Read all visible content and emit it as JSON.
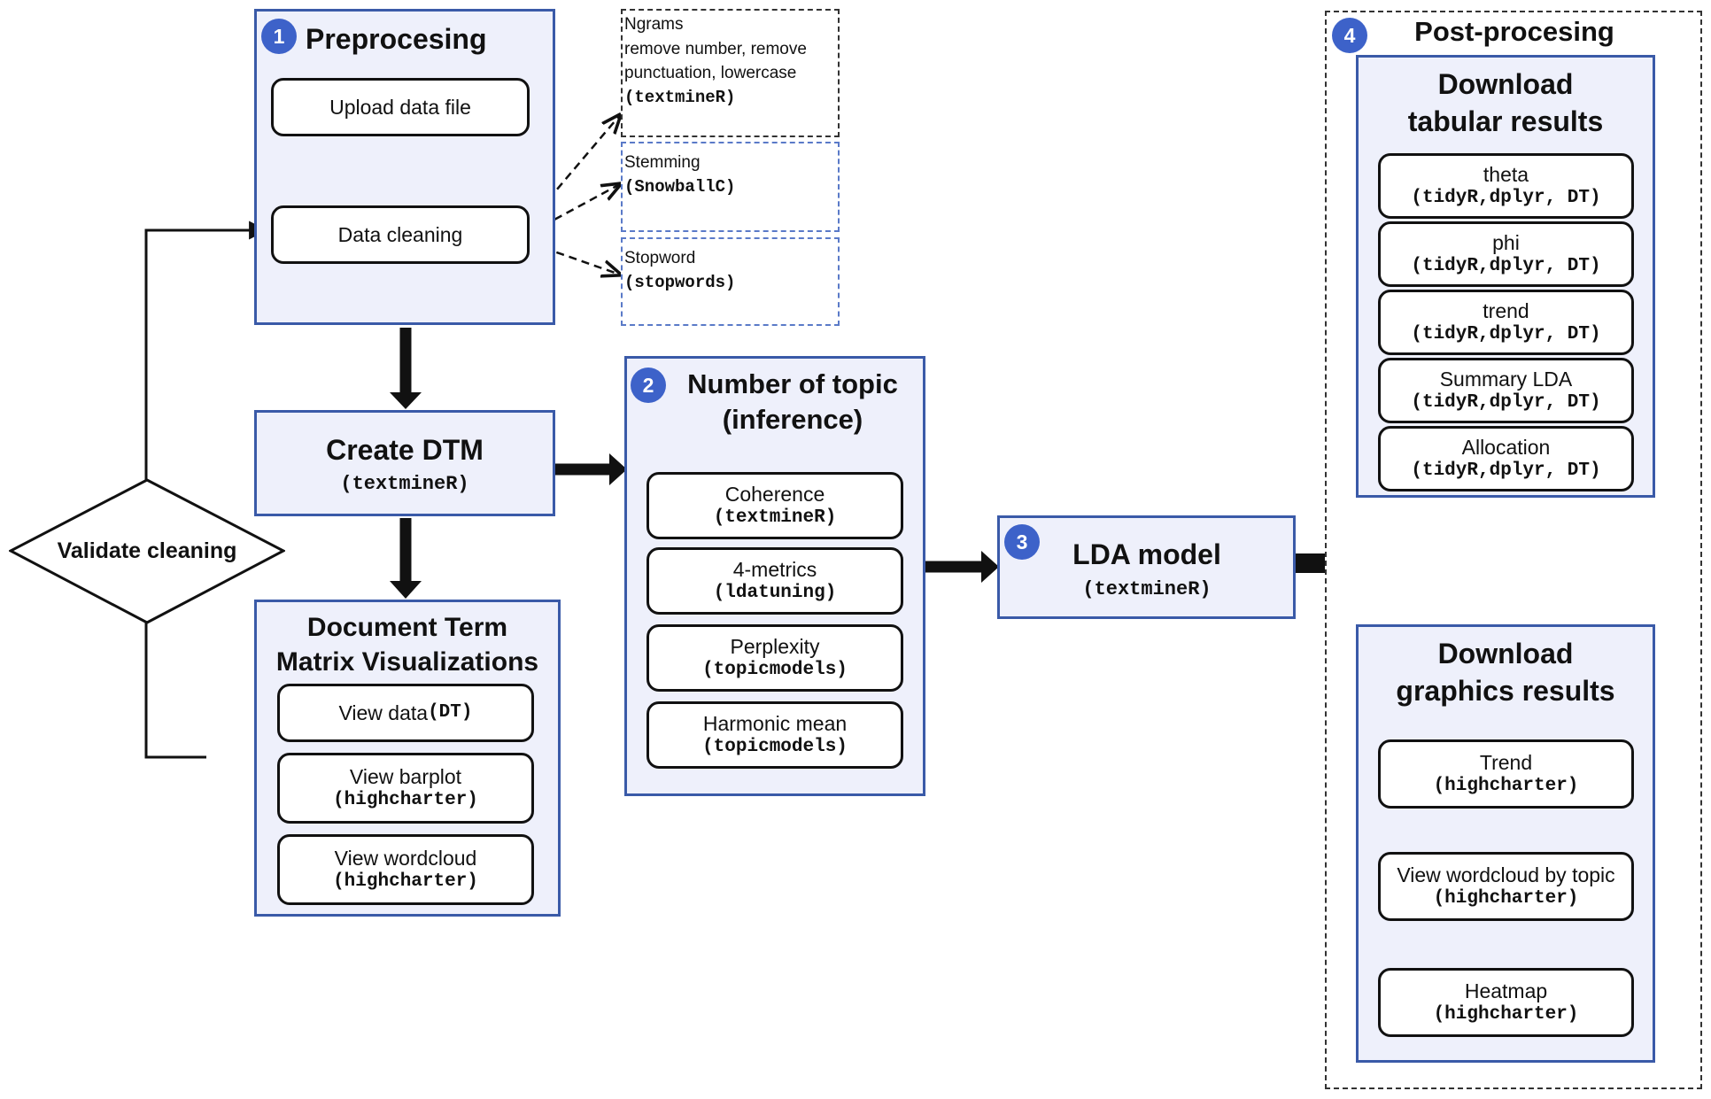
{
  "preprocessing": {
    "badge": "1",
    "title": "Preprocesing",
    "upload": "Upload data file",
    "cleaning": "Data cleaning"
  },
  "cleaning_notes": {
    "ngrams": {
      "line1": "Ngrams",
      "line2": "remove number, remove",
      "line3": "punctuation,  lowercase",
      "pkg": "(textmineR)"
    },
    "stemming": {
      "label": "Stemming",
      "pkg": "(SnowballC)"
    },
    "stopword": {
      "label": "Stopword",
      "pkg": "(stopwords)"
    }
  },
  "validate": {
    "label": "Validate cleaning"
  },
  "dtm": {
    "title": "Create DTM",
    "pkg": "(textmineR)"
  },
  "dtm_viz": {
    "title_line1": "Document Term",
    "title_line2": "Matrix Visualizations",
    "items": [
      {
        "label": "View data ",
        "pkg": "(DT)"
      },
      {
        "label": "View barplot",
        "pkg": "(highcharter)"
      },
      {
        "label": "View wordcloud",
        "pkg": "(highcharter)"
      }
    ]
  },
  "topics": {
    "badge": "2",
    "title_line1": "Number of topic",
    "title_line2": "(inference)",
    "items": [
      {
        "label": "Coherence",
        "pkg": "(textmineR)"
      },
      {
        "label": "4-metrics",
        "pkg": "(ldatuning)"
      },
      {
        "label": "Perplexity",
        "pkg": "(topicmodels)"
      },
      {
        "label": "Harmonic mean",
        "pkg": "(topicmodels)"
      }
    ]
  },
  "lda": {
    "badge": "3",
    "title": "LDA model",
    "pkg": "(textmineR)"
  },
  "post": {
    "badge": "4",
    "title": "Post-procesing",
    "tabular": {
      "title_line1": "Download",
      "title_line2": "tabular results",
      "items": [
        {
          "label": "theta",
          "pkg": "(tidyR,dplyr, DT)"
        },
        {
          "label": "phi",
          "pkg": "(tidyR,dplyr, DT)"
        },
        {
          "label": "trend",
          "pkg": "(tidyR,dplyr, DT)"
        },
        {
          "label": "Summary LDA",
          "pkg": "(tidyR,dplyr, DT)"
        },
        {
          "label": "Allocation",
          "pkg": "(tidyR,dplyr, DT)"
        }
      ]
    },
    "graphics": {
      "title_line1": "Download",
      "title_line2": "graphics results",
      "items": [
        {
          "label": "Trend",
          "pkg": "(highcharter)"
        },
        {
          "label": "View wordcloud by topic",
          "pkg": "(highcharter)"
        },
        {
          "label": "Heatmap",
          "pkg": "(highcharter)"
        }
      ]
    }
  },
  "colors": {
    "panel_fill": "#eef0fb",
    "panel_border": "#3a5aa8",
    "badge": "#3d62c9"
  }
}
